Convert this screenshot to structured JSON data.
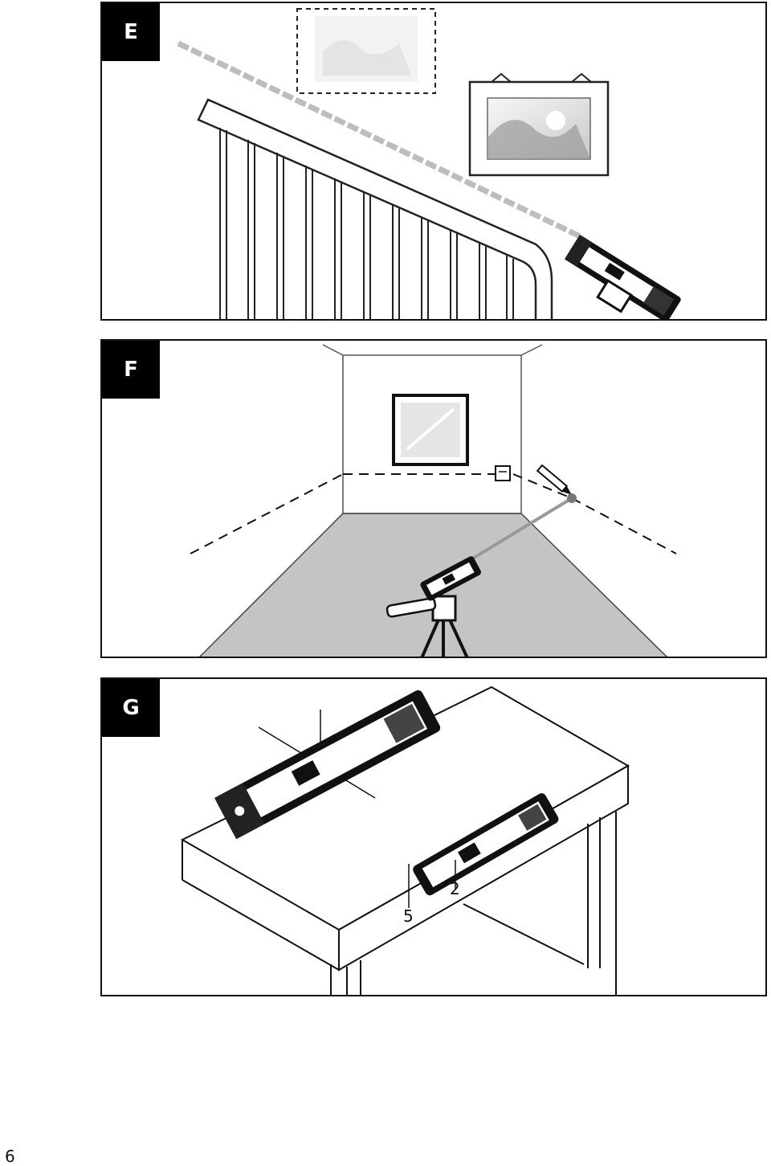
{
  "panels": [
    {
      "label": "E"
    },
    {
      "label": "F"
    },
    {
      "label": "G",
      "callouts": [
        "2",
        "5"
      ]
    }
  ],
  "page_number": "6"
}
